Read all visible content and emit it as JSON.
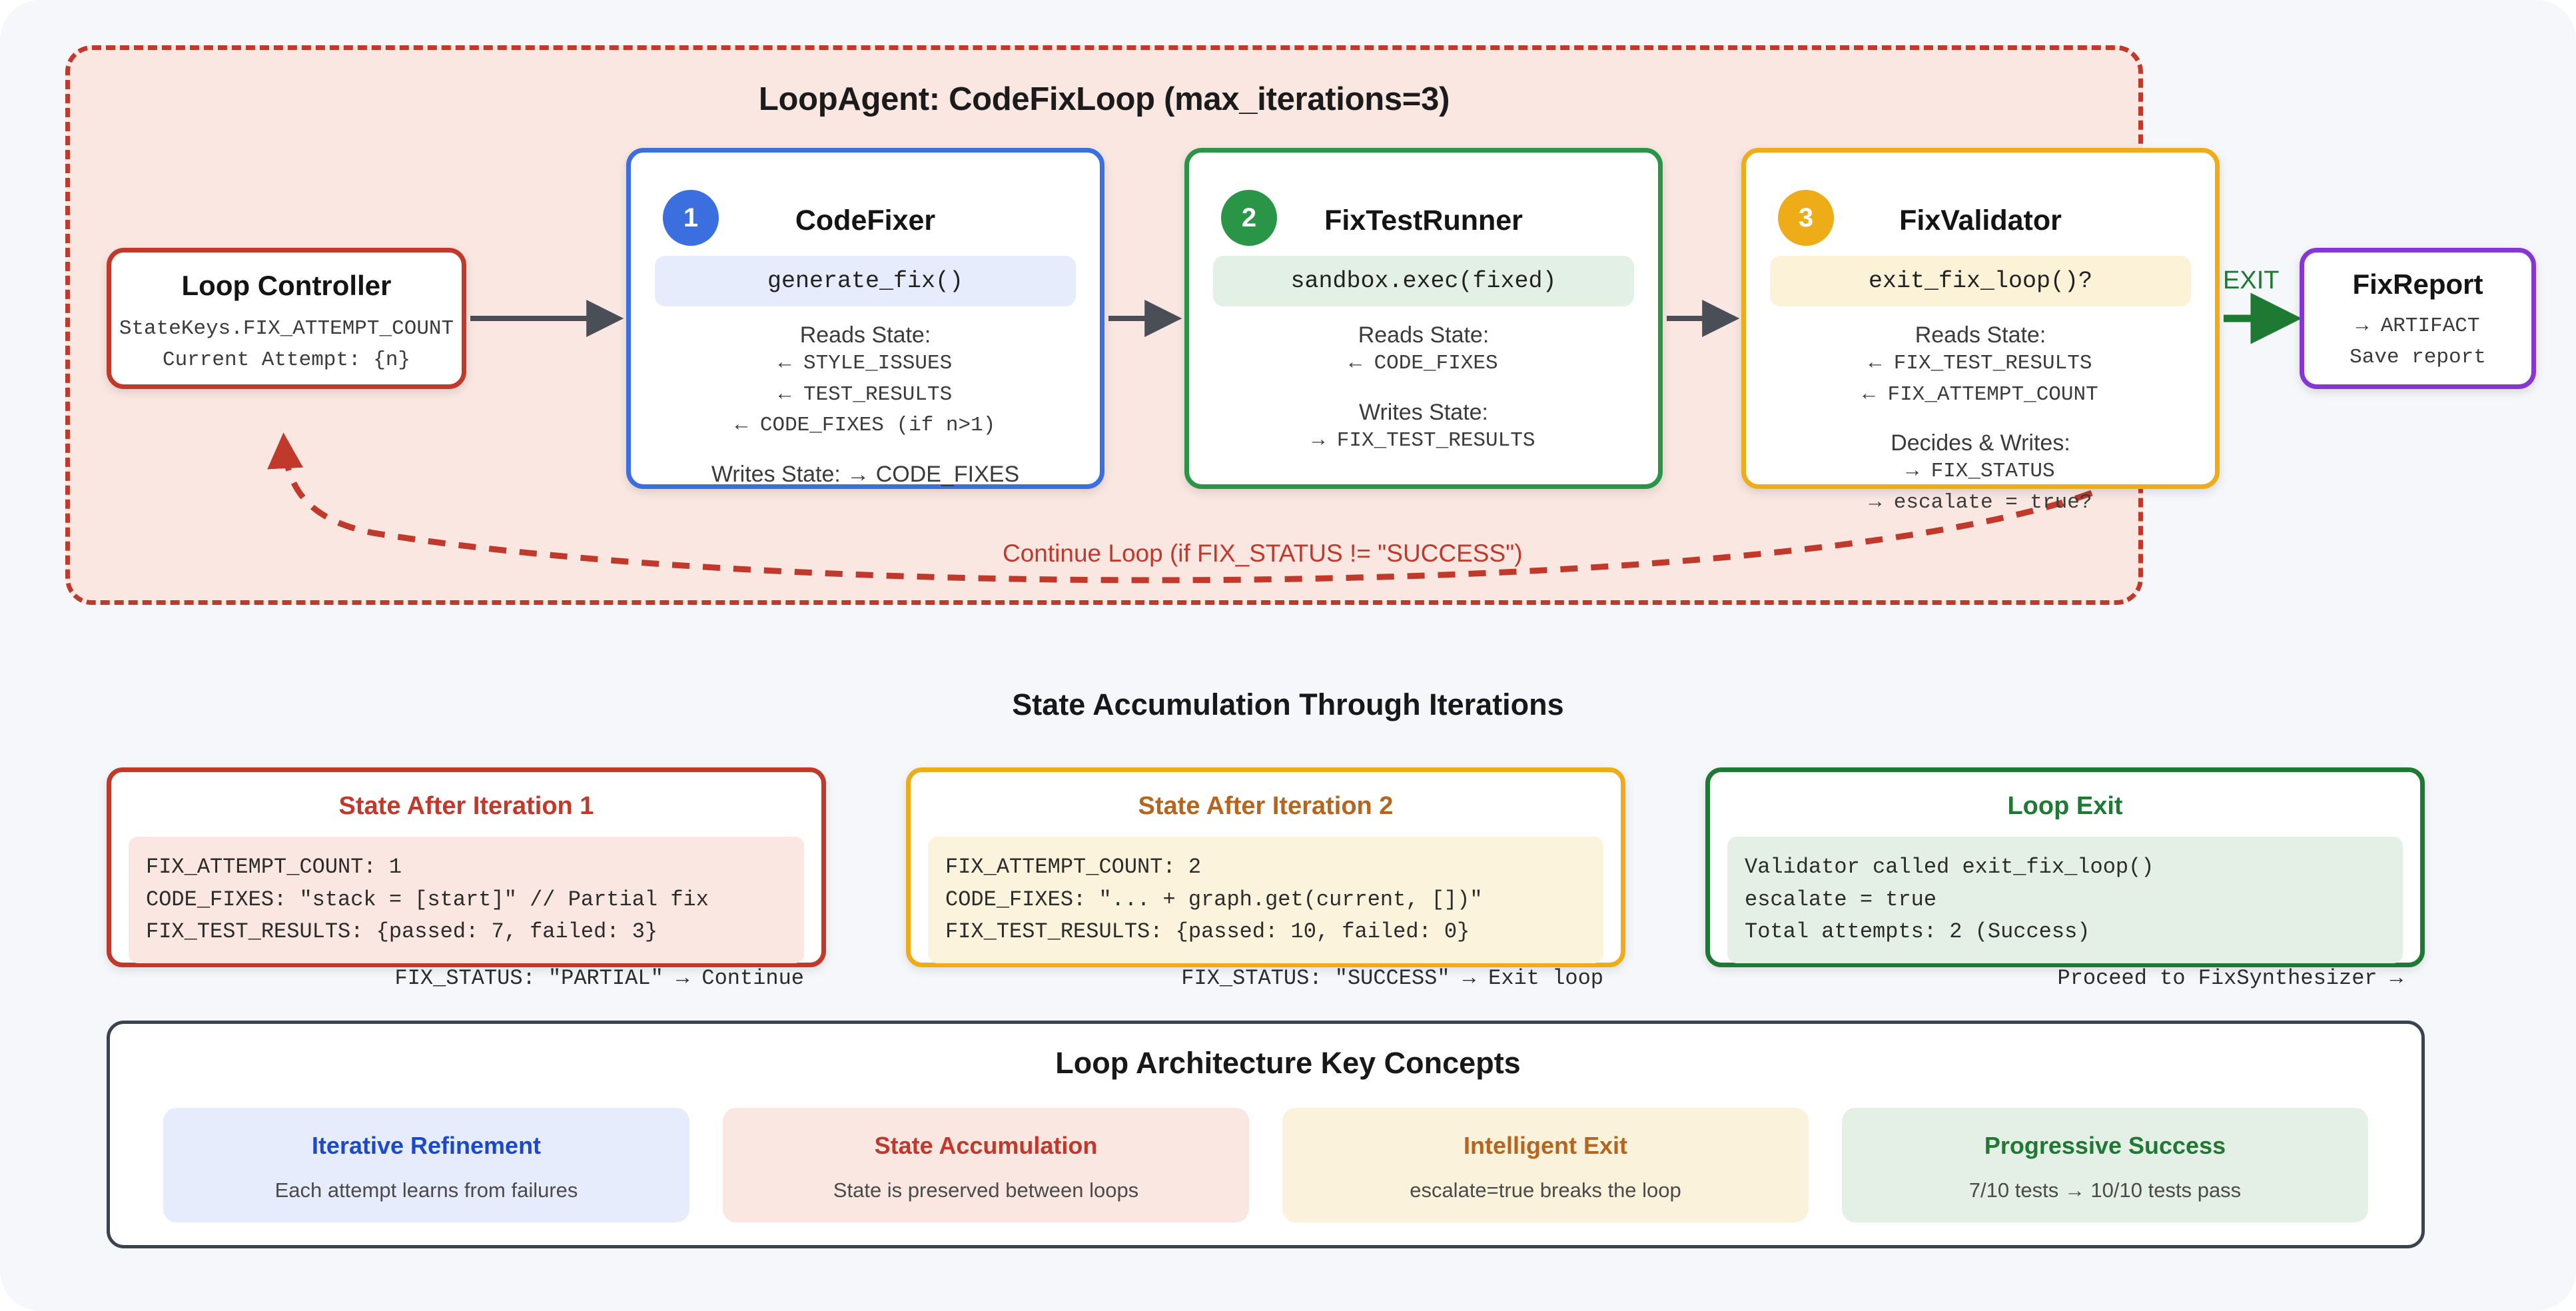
{
  "loop": {
    "title": "LoopAgent: CodeFixLoop (max_iterations=3)",
    "continue_label": "Continue Loop (if FIX_STATUS != \"SUCCESS\")",
    "exit_label": "EXIT",
    "border_color": "#c0392b",
    "fill_color": "#fae7e2"
  },
  "controller": {
    "title": "Loop Controller",
    "line1": "StateKeys.FIX_ATTEMPT_COUNT",
    "line2": "Current Attempt: {n}",
    "color": "#c0392b"
  },
  "agents": [
    {
      "number": "1",
      "title": "CodeFixer",
      "code": "generate_fix()",
      "reads_label": "Reads State:",
      "reads": [
        "← STYLE_ISSUES",
        "← TEST_RESULTS",
        "← CODE_FIXES (if n>1)"
      ],
      "writes_inline": "Writes State: → CODE_FIXES",
      "writes_label": "",
      "writes": [],
      "color": "#3b6fe0"
    },
    {
      "number": "2",
      "title": "FixTestRunner",
      "code": "sandbox.exec(fixed)",
      "reads_label": "Reads State:",
      "reads": [
        "← CODE_FIXES"
      ],
      "writes_inline": "",
      "writes_label": "Writes State:",
      "writes": [
        "→ FIX_TEST_RESULTS"
      ],
      "color": "#2a9546"
    },
    {
      "number": "3",
      "title": "FixValidator",
      "code": "exit_fix_loop()?",
      "reads_label": "Reads State:",
      "reads": [
        "← FIX_TEST_RESULTS",
        "← FIX_ATTEMPT_COUNT"
      ],
      "writes_inline": "",
      "writes_label": "Decides & Writes:",
      "writes": [
        "→ FIX_STATUS",
        "→ escalate = true?"
      ],
      "color": "#eead18"
    }
  ],
  "report": {
    "title": "FixReport",
    "line1": "→ ARTIFACT",
    "line2": "Save report",
    "color": "#8736d6"
  },
  "state_section": {
    "heading": "State Accumulation Through Iterations",
    "cards": [
      {
        "title": "State After Iteration 1",
        "lines": [
          "FIX_ATTEMPT_COUNT: 1",
          "CODE_FIXES: \"stack = [start]\" // Partial fix",
          "FIX_TEST_RESULTS: {passed: 7, failed: 3}"
        ],
        "footer": "FIX_STATUS: \"PARTIAL\" → Continue",
        "color": "#c0392b"
      },
      {
        "title": "State After Iteration 2",
        "lines": [
          "FIX_ATTEMPT_COUNT: 2",
          "CODE_FIXES: \"... + graph.get(current, [])\"",
          "FIX_TEST_RESULTS: {passed: 10, failed: 0}"
        ],
        "footer": "FIX_STATUS: \"SUCCESS\" → Exit loop",
        "color": "#eead18"
      },
      {
        "title": "Loop Exit",
        "lines": [
          "Validator called exit_fix_loop()",
          "escalate = true",
          "Total attempts: 2 (Success)"
        ],
        "footer": "Proceed to FixSynthesizer →",
        "color": "#1e7a32"
      }
    ]
  },
  "concepts_section": {
    "heading": "Loop Architecture Key Concepts",
    "cards": [
      {
        "title": "Iterative Refinement",
        "desc": "Each attempt learns from failures",
        "theme": "c-blue"
      },
      {
        "title": "State Accumulation",
        "desc": "State is preserved between loops",
        "theme": "c-red"
      },
      {
        "title": "Intelligent Exit",
        "desc": "escalate=true breaks the loop",
        "theme": "c-amber"
      },
      {
        "title": "Progressive Success",
        "desc": "7/10 tests → 10/10 tests pass",
        "theme": "c-green"
      }
    ]
  }
}
